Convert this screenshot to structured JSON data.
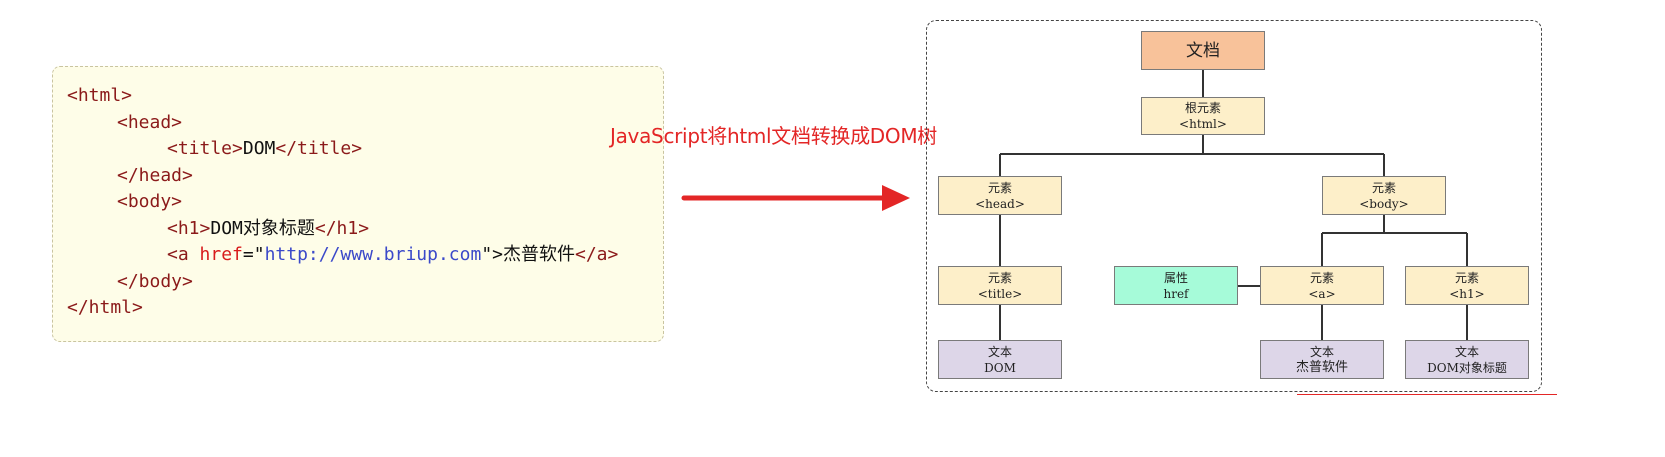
{
  "code": {
    "lines": [
      {
        "indent": 0,
        "parts": [
          {
            "t": "<html>",
            "c": "tag"
          }
        ]
      },
      {
        "indent": 1,
        "parts": [
          {
            "t": "<head>",
            "c": "tag"
          }
        ]
      },
      {
        "indent": 2,
        "parts": [
          {
            "t": "<title>",
            "c": "tag"
          },
          {
            "t": "DOM",
            "c": "punct"
          },
          {
            "t": "</title>",
            "c": "tag"
          }
        ]
      },
      {
        "indent": 1,
        "parts": [
          {
            "t": "</head>",
            "c": "tag"
          }
        ]
      },
      {
        "indent": 1,
        "parts": [
          {
            "t": "<body>",
            "c": "tag"
          }
        ]
      },
      {
        "indent": 2,
        "parts": [
          {
            "t": "<h1>",
            "c": "tag"
          },
          {
            "t": "DOM",
            "c": "punct"
          },
          {
            "t": "对象标题",
            "c": "cjk"
          },
          {
            "t": "</h1>",
            "c": "tag"
          }
        ]
      },
      {
        "indent": 2,
        "parts": [
          {
            "t": "<a ",
            "c": "tag"
          },
          {
            "t": "href",
            "c": "attr"
          },
          {
            "t": "=\"",
            "c": "punct"
          },
          {
            "t": "http://www.briup.com",
            "c": "str"
          },
          {
            "t": "\">",
            "c": "punct"
          },
          {
            "t": "杰普软件",
            "c": "cjk"
          },
          {
            "t": "</a>",
            "c": "tag"
          }
        ]
      },
      {
        "indent": 1,
        "parts": [
          {
            "t": "</body>",
            "c": "tag"
          }
        ]
      },
      {
        "indent": 0,
        "parts": [
          {
            "t": "</html>",
            "c": "tag"
          }
        ]
      }
    ]
  },
  "arrow": {
    "label": "JavaScript将html文档转换成DOM树",
    "color": "#e32626"
  },
  "tree": {
    "document": {
      "line1": "文档"
    },
    "root": {
      "line1": "根元素",
      "line2": "<html>"
    },
    "head": {
      "line1": "元素",
      "line2": "<head>"
    },
    "body": {
      "line1": "元素",
      "line2": "<body>"
    },
    "title": {
      "line1": "元素",
      "line2": "<title>"
    },
    "attr_href": {
      "line1": "属性",
      "line2": "href"
    },
    "a": {
      "line1": "元素",
      "line2": "<a>"
    },
    "h1": {
      "line1": "元素",
      "line2": "<h1>"
    },
    "text_dom": {
      "line1": "文本",
      "line2": "DOM"
    },
    "text_jiepu": {
      "line1": "文本",
      "line2": "杰普软件"
    },
    "text_h1": {
      "line1": "文本",
      "line2": "DOM对象标题"
    }
  },
  "colors": {
    "document": "#f8c29a",
    "element": "#fdefc9",
    "attribute": "#a6fbd9",
    "text": "#ddd6e8",
    "code_background": "#fefde8"
  }
}
